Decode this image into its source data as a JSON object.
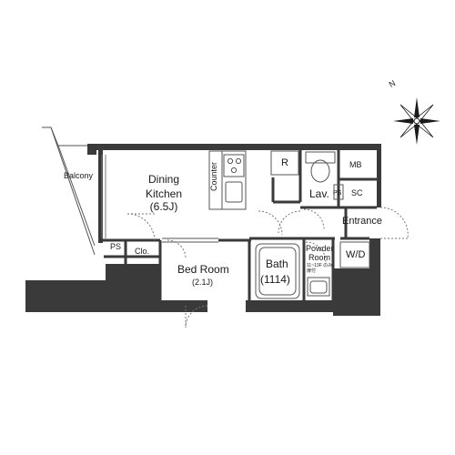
{
  "rooms": {
    "balcony": "Balcony",
    "dining_kitchen": "Dining\nKitchen",
    "dining_kitchen_size": "(6.5J)",
    "counter": "Counter",
    "refrigerator": "R",
    "mb": "MB",
    "lav": "Lav.",
    "ps_upper": "PS",
    "sc": "SC",
    "entrance": "Entrance",
    "ps_lower": "PS",
    "closet": "Clo.",
    "bed_room": "Bed Room",
    "bed_room_size": "(2.1J)",
    "bath": "Bath",
    "bath_size": "(1114)",
    "powder_room": "Powder\nRoom",
    "wd": "W/D",
    "note": "11~13F のみ\n扉付"
  },
  "compass": {
    "north_label": "N"
  },
  "colors": {
    "wall": "#3a3a3a",
    "line": "#555555",
    "background": "#ffffff"
  }
}
